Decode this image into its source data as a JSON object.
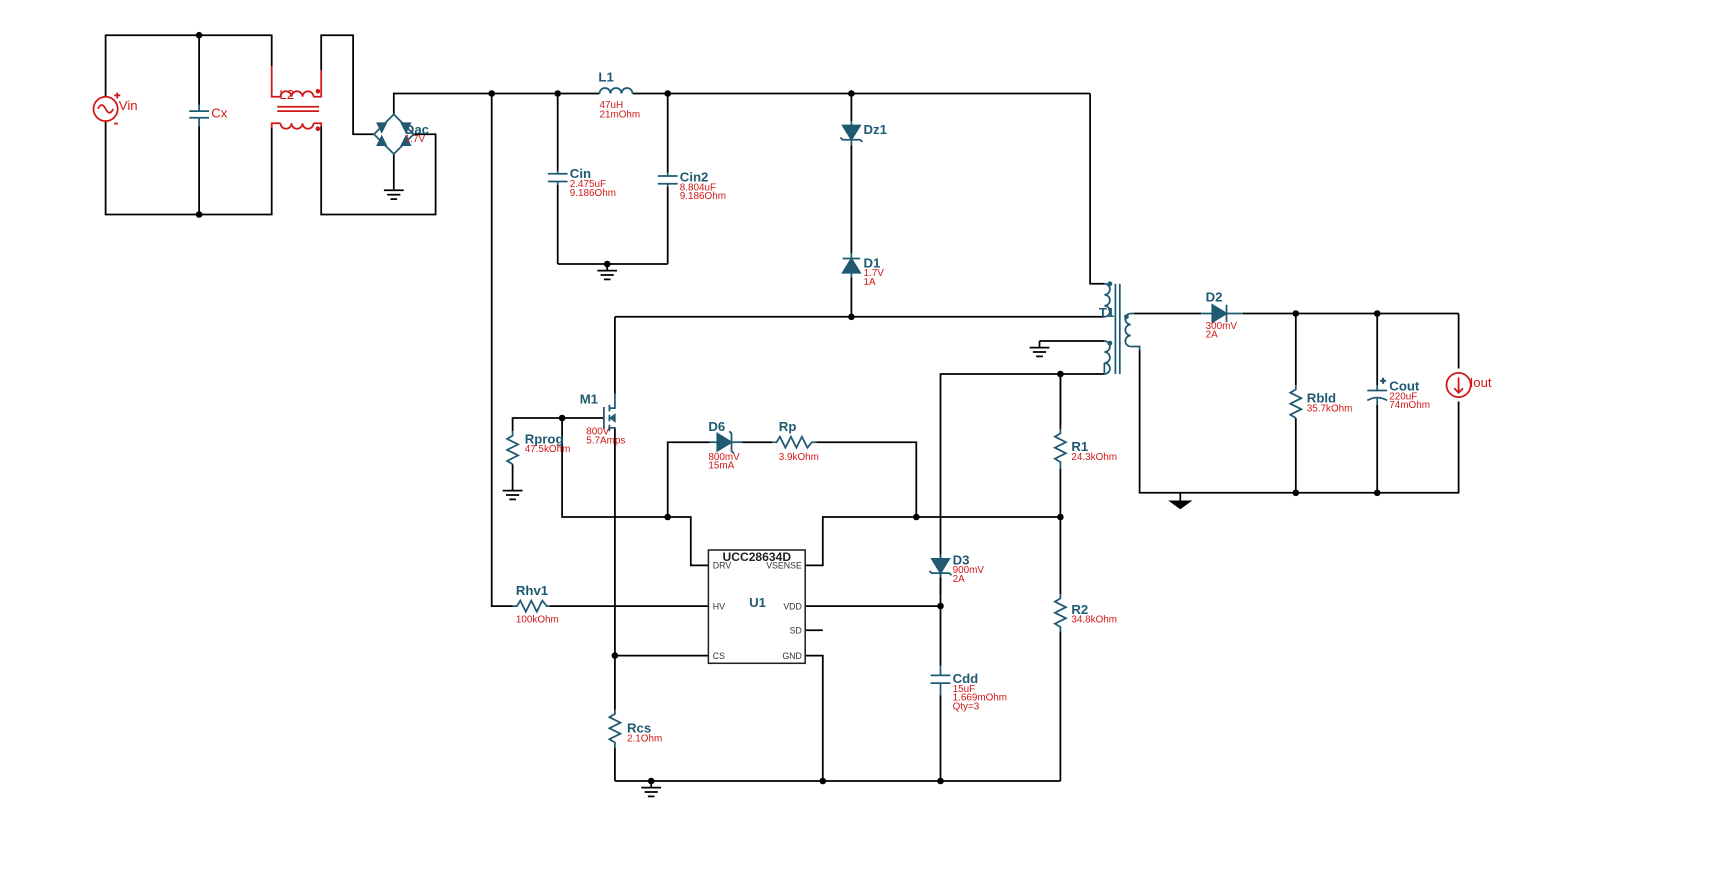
{
  "components": {
    "vin": {
      "name": "Vin",
      "plus": "+",
      "minus": "-"
    },
    "cx": {
      "name": "Cx"
    },
    "lf": {
      "name": "L2"
    },
    "bridge": {
      "name": "Dac",
      "values": [
        "1.7V"
      ]
    },
    "l1": {
      "name": "L1",
      "values": [
        "47uH",
        "21mOhm"
      ]
    },
    "cin": {
      "name": "Cin",
      "values": [
        "2.475uF",
        "9.186Ohm"
      ]
    },
    "cin2": {
      "name": "Cin2",
      "values": [
        "8.804uF",
        "9.186Ohm"
      ]
    },
    "dz1": {
      "name": "Dz1"
    },
    "d1": {
      "name": "D1",
      "values": [
        "1.7V",
        "1A"
      ]
    },
    "t1": {
      "name": "T1"
    },
    "d2": {
      "name": "D2",
      "values": [
        "300mV",
        "2A"
      ]
    },
    "rbld": {
      "name": "Rbld",
      "values": [
        "35.7kOhm"
      ]
    },
    "cout": {
      "name": "Cout",
      "values": [
        "220uF",
        "74mOhm"
      ]
    },
    "iout": {
      "name": "Iout"
    },
    "m1": {
      "name": "M1",
      "values": [
        "800V",
        "5.7Amps"
      ]
    },
    "rprog": {
      "name": "Rprog",
      "values": [
        "47.5kOhm"
      ]
    },
    "d6": {
      "name": "D6",
      "values": [
        "800mV",
        "15mA"
      ]
    },
    "rp": {
      "name": "Rp",
      "values": [
        "3.9kOhm"
      ]
    },
    "r1": {
      "name": "R1",
      "values": [
        "24.3kOhm"
      ]
    },
    "r2": {
      "name": "R2",
      "values": [
        "34.8kOhm"
      ]
    },
    "d3": {
      "name": "D3",
      "values": [
        "900mV",
        "2A"
      ]
    },
    "cdd": {
      "name": "Cdd",
      "values": [
        "15uF",
        "1.669mOhm",
        "Qty=3"
      ]
    },
    "rhv1": {
      "name": "Rhv1",
      "values": [
        "100kOhm"
      ]
    },
    "rcs": {
      "name": "Rcs",
      "values": [
        "2.1Ohm"
      ]
    },
    "u1": {
      "part": "UCC28634D",
      "ref": "U1",
      "pins": {
        "drv": "DRV",
        "vsense": "VSENSE",
        "hv": "HV",
        "vdd": "VDD",
        "sd": "SD",
        "cs": "CS",
        "gnd": "GND"
      }
    }
  },
  "colors": {
    "wire": "#000000",
    "component": "#1f5a72",
    "source": "#d01818",
    "value_text": "#d01818"
  }
}
